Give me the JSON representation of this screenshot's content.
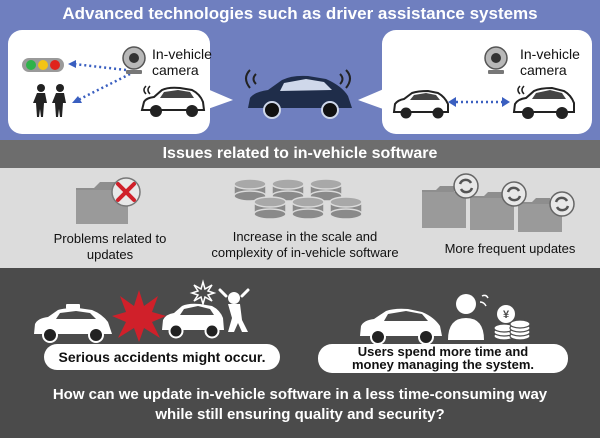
{
  "top": {
    "title": "Advanced technologies such as driver assistance systems",
    "left_label_line1": "In-vehicle",
    "left_label_line2": "camera",
    "right_label_line1": "In-vehicle",
    "right_label_line2": "camera"
  },
  "issues": {
    "header": "Issues related to in-vehicle software",
    "items": [
      {
        "line1": "Problems related to",
        "line2": "updates"
      },
      {
        "line1": "Increase in the scale and",
        "line2": "complexity of in-vehicle software"
      },
      {
        "line1": "More frequent updates",
        "line2": ""
      }
    ]
  },
  "consequences": {
    "left_pill": "Serious accidents might occur.",
    "right_pill_line1": "Users spend more time and",
    "right_pill_line2": "money managing the system."
  },
  "question": {
    "line1": "How can we update in-vehicle software in a less time-consuming way",
    "line2": "while still ensuring quality and security?"
  },
  "colors": {
    "top_band": "#6f7fbf",
    "mid_header": "#6d6d6d",
    "mid_band": "#dcdcdc",
    "bottom_band": "#4b4b4b",
    "accent_red": "#d0202a",
    "dotted_blue": "#3a5fc0"
  }
}
